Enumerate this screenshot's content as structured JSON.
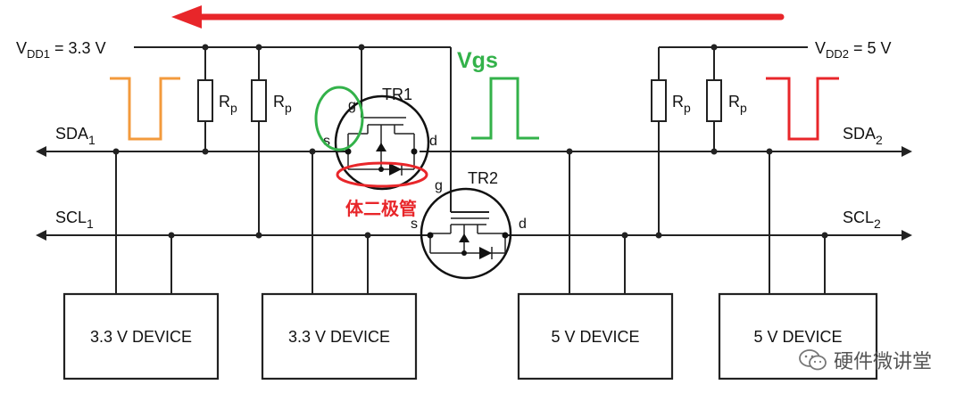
{
  "rails": {
    "vdd1": {
      "base": "V",
      "sub": "DD1",
      "value": " = 3.3 V"
    },
    "vdd2": {
      "base": "V",
      "sub": "DD2",
      "value": " = 5 V"
    }
  },
  "buses": {
    "sda1": {
      "base": "SDA",
      "sub": "1"
    },
    "sda2": {
      "base": "SDA",
      "sub": "2"
    },
    "scl1": {
      "base": "SCL",
      "sub": "1"
    },
    "scl2": {
      "base": "SCL",
      "sub": "2"
    }
  },
  "resistor": {
    "base": "R",
    "sub": "p"
  },
  "transistors": {
    "tr1": {
      "name": "TR1",
      "g": "g",
      "s": "s",
      "d": "d"
    },
    "tr2": {
      "name": "TR2",
      "g": "g",
      "s": "s",
      "d": "d"
    }
  },
  "annotations": {
    "vgs": "Vgs",
    "body_diode": "体二极管"
  },
  "devices": [
    "3.3 V DEVICE",
    "3.3 V DEVICE",
    "5 V DEVICE",
    "5 V DEVICE"
  ],
  "watermark": "硬件微讲堂",
  "colors": {
    "arrow": "#e8262a",
    "pulse_left": "#f39a3c",
    "pulse_vgs": "#33b24a",
    "pulse_right": "#e8262a",
    "highlight_green": "#33b24a",
    "highlight_red": "#e8262a",
    "vgs_text": "#33b24a",
    "body_diode_text": "#e8262a"
  }
}
